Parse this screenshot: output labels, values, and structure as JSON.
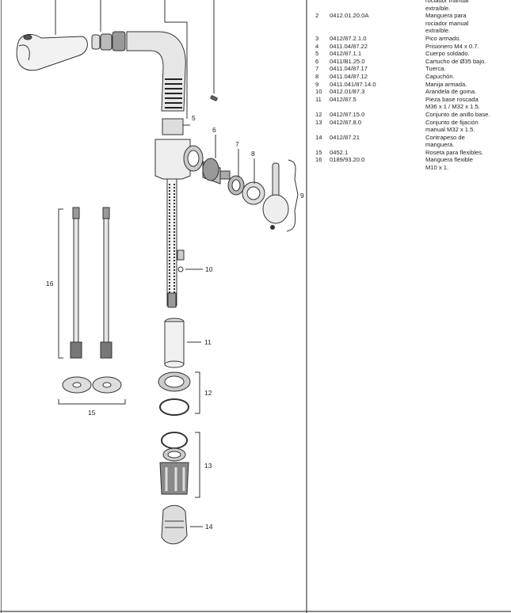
{
  "callouts": [
    "5",
    "6",
    "7",
    "8",
    "9",
    "10",
    "11",
    "12",
    "13",
    "14",
    "15",
    "16"
  ],
  "parts": [
    {
      "num": "",
      "code": "",
      "desc": [
        "rociador manual",
        "extraíble."
      ]
    },
    {
      "num": "2",
      "code": "0412.01.20.0A",
      "desc": [
        "Manguera para",
        "rociador manual",
        "extraíble."
      ]
    },
    {
      "num": "3",
      "code": "0412/87.2.1.0",
      "desc": [
        "Pico armado."
      ]
    },
    {
      "num": "4",
      "code": "0411.04/87.22",
      "desc": [
        "Prisionero M4 x 0.7."
      ]
    },
    {
      "num": "5",
      "code": "0412/87.1.1",
      "desc": [
        "Cuerpo soldado."
      ]
    },
    {
      "num": "6",
      "code": "0411/B1.25.0",
      "desc": [
        "Cartucho de Ø35 bajo."
      ]
    },
    {
      "num": "7",
      "code": "0411.04/87.17",
      "desc": [
        "Tuerca."
      ]
    },
    {
      "num": "8",
      "code": "0411.04/87.12",
      "desc": [
        "Capuchón."
      ]
    },
    {
      "num": "9",
      "code": "0411.041/87.14.0",
      "desc": [
        "Manija armada."
      ]
    },
    {
      "num": "10",
      "code": "0412.01/87.3",
      "desc": [
        "Arandela de goma."
      ]
    },
    {
      "num": "11",
      "code": "0412/87.5",
      "desc": [
        "Pieza base roscada",
        "M36 x 1 / M32 x 1.5."
      ]
    },
    {
      "num": "12",
      "code": "0412/87.15.0",
      "desc": [
        "Conjunto de anillo base."
      ]
    },
    {
      "num": "13",
      "code": "0412/87.8.0",
      "desc": [
        "Conjunto de fijación",
        "manual M32 x 1.5."
      ]
    },
    {
      "num": "14",
      "code": "0412/87.21",
      "desc": [
        "Contrapeso de",
        "manguera."
      ]
    },
    {
      "num": "15",
      "code": "0452.1",
      "desc": [
        "Roseta para flexibles."
      ]
    },
    {
      "num": "16",
      "code": "0189/93.20.0",
      "desc": [
        "Manguera flexible",
        "M10 x 1."
      ]
    }
  ],
  "colors": {
    "line": "#333333",
    "page": "#ffffff"
  }
}
